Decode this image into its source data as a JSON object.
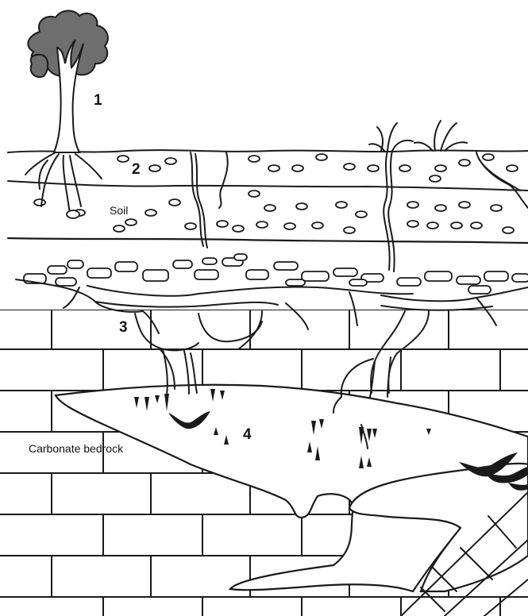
{
  "labels": {
    "tree_number": "1",
    "soil_number": "2",
    "epikarst_number": "3",
    "cave_number": "4",
    "soil": "Soil",
    "bedrock": "Carbonate bedrock"
  },
  "colors": {
    "ink": "#1a1a1a",
    "foliage": "#6e6e6e",
    "background": "#ffffff"
  },
  "icons": [
    "tree-icon",
    "grass-tuft-icon",
    "bat-icon",
    "stalactite-icon",
    "pebble-icon"
  ]
}
